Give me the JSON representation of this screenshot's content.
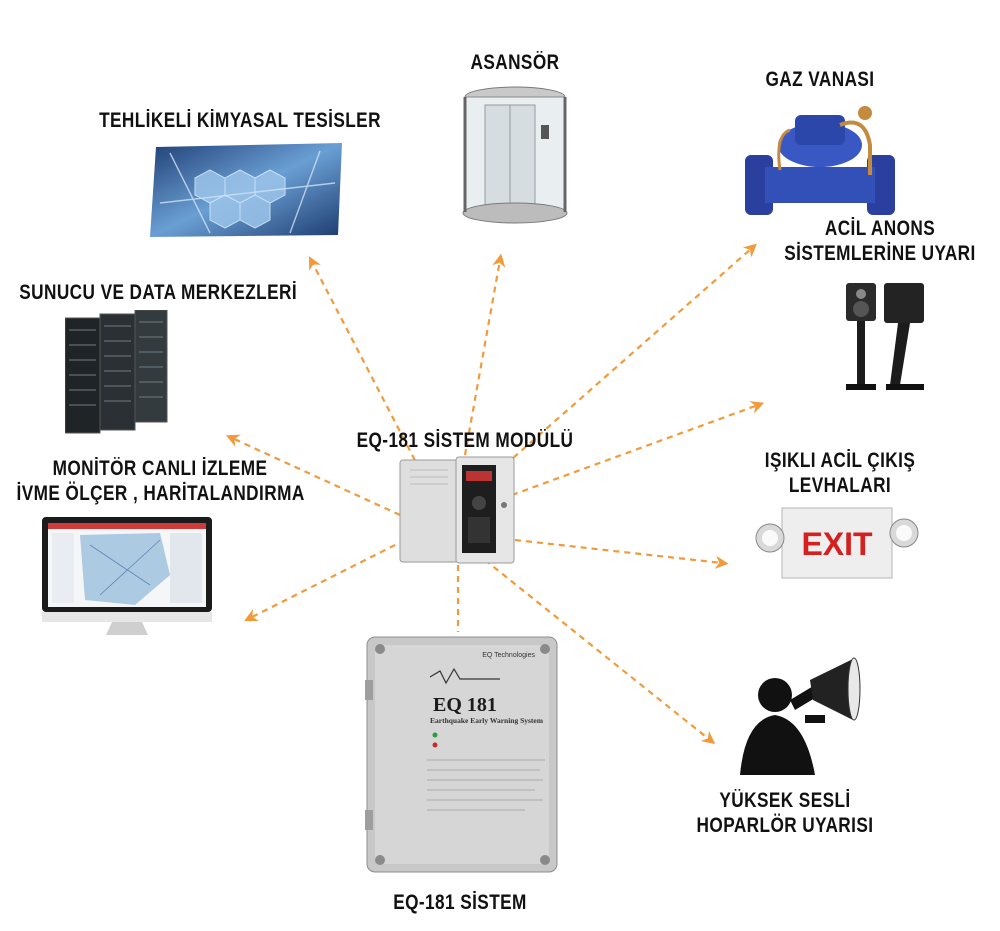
{
  "labels": {
    "asansor": "ASANSÖR",
    "gaz_vanasi": "GAZ VANASI",
    "kimyasal": "TEHLİKELİ KİMYASAL TESİSLER",
    "acil_anons_1": "ACİL ANONS",
    "acil_anons_2": "SİSTEMLERİNE UYARI",
    "sunucu": "SUNUCU VE DATA MERKEZLERİ",
    "modul": "EQ-181 SİSTEM MODÜLÜ",
    "isikli_1": "IŞIKLI ACİL ÇIKIŞ",
    "isikli_2": "LEVHALARI",
    "monitor_1": "MONİTÖR CANLI İZLEME",
    "monitor_2": "İVME ÖLÇER , HARİTALANDIRMA",
    "yuksek_1": "YÜKSEK SESLİ",
    "yuksek_2": "HOPARLÖR UYARISI",
    "sistem": "EQ-181 SİSTEM"
  },
  "device": {
    "brand": "EQ Technologies",
    "logo": "EQ 181",
    "subtitle": "Earthquake Early Warning System",
    "exit_sign": "EXIT"
  },
  "colors": {
    "arrow": "#f29a3a",
    "text": "#111111"
  }
}
